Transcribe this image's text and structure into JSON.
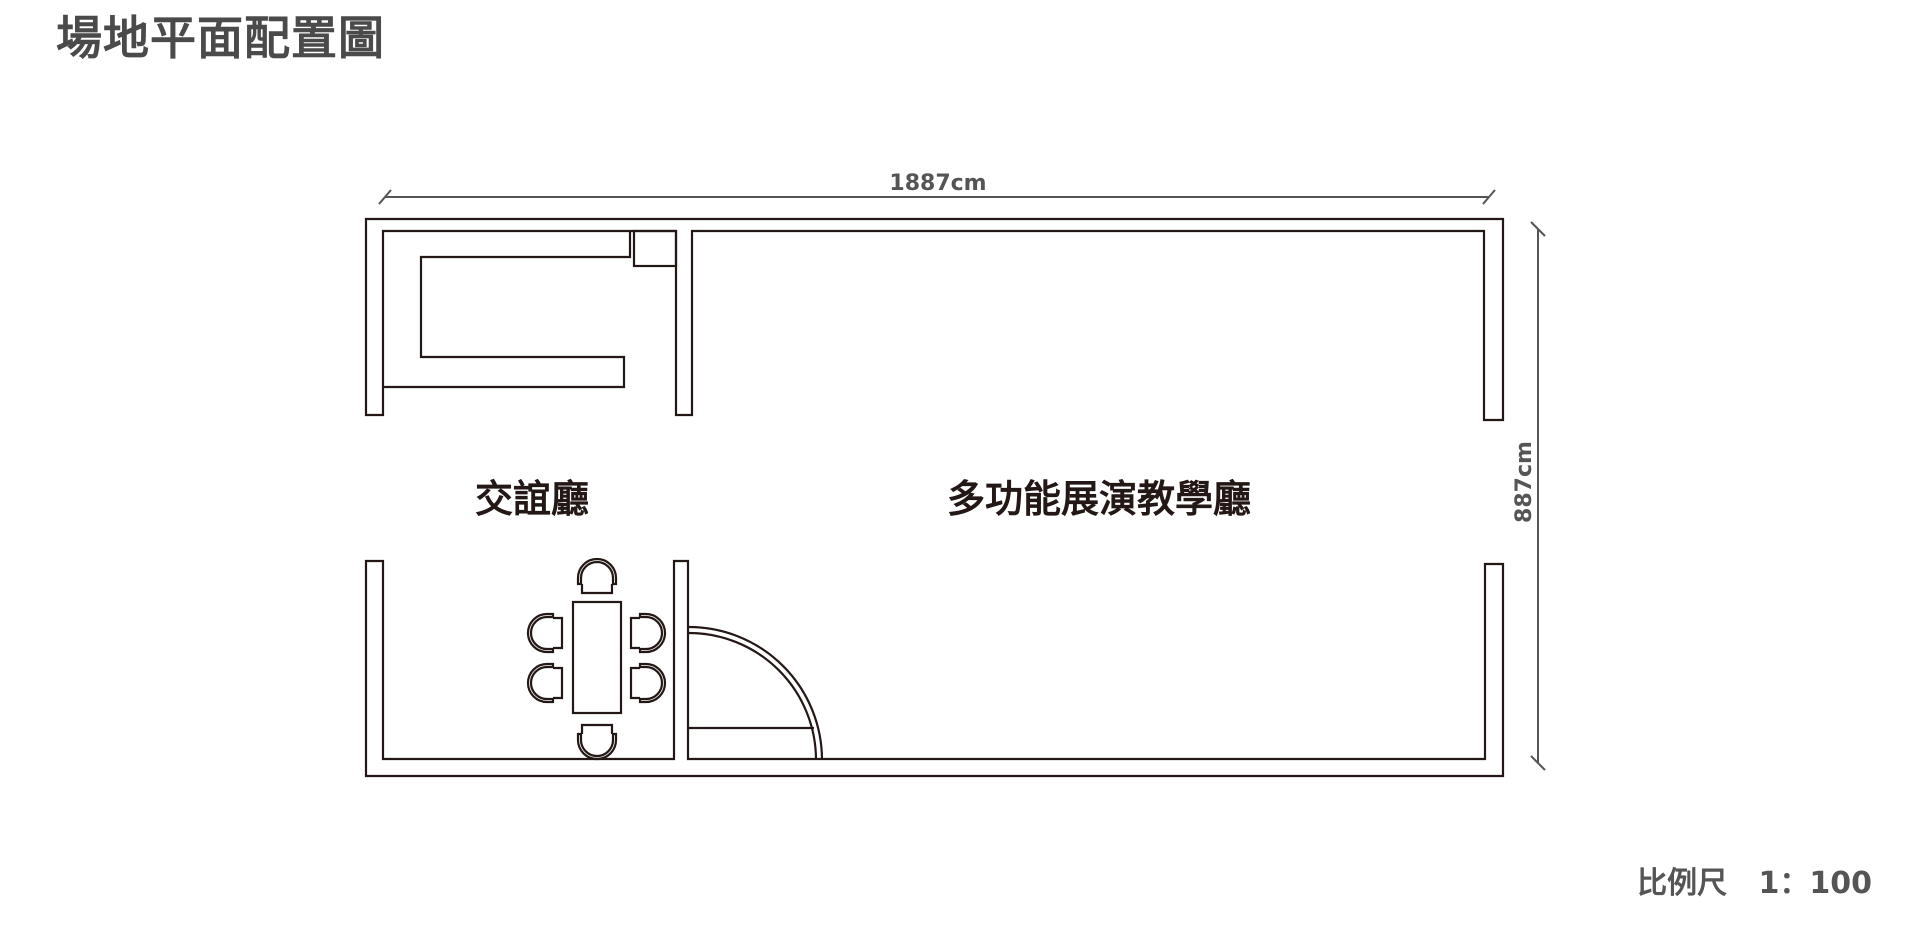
{
  "title": "場地平面配置圖",
  "dimensions": {
    "width_label": "1887cm",
    "height_label": "887cm"
  },
  "rooms": {
    "lounge": "交誼廳",
    "multipurpose": "多功能展演教學廳"
  },
  "scale": {
    "label": "比例尺",
    "value": "1：100"
  },
  "colors": {
    "wall": "#231815",
    "dimension": "#555555",
    "title": "#4a4a4a"
  }
}
